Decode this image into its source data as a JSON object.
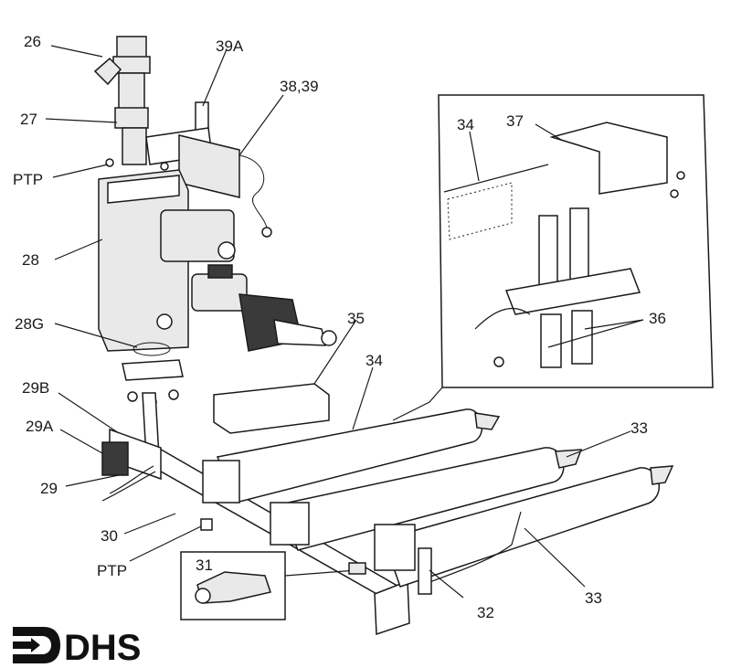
{
  "labels": {
    "l26": "26",
    "l27": "27",
    "l39a": "39A",
    "l3839": "38,39",
    "ptp_top": "PTP",
    "l28": "28",
    "l28g": "28G",
    "l29b": "29B",
    "l29a": "29A",
    "l29": "29",
    "l30": "30",
    "ptp_bottom": "PTP",
    "l31": "31",
    "l32": "32",
    "l33a": "33",
    "l33b": "33",
    "l34a": "34",
    "l34b": "34",
    "l35": "35",
    "l36": "36",
    "l37": "37"
  },
  "logo": {
    "text": "DHS"
  }
}
